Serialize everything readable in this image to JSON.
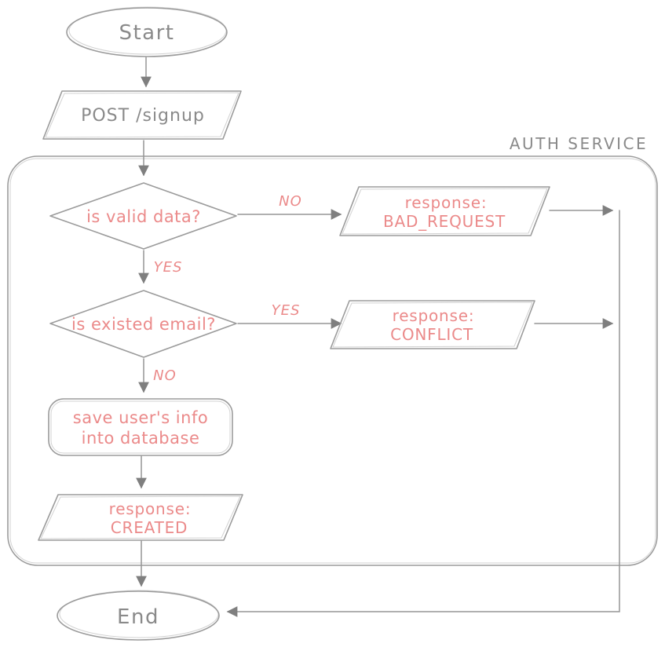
{
  "colors": {
    "shape_stroke": "#9b9b9b",
    "edge_stroke": "#969696",
    "arrowhead": "#7f7f7f",
    "gray_text": "#8a8a8a",
    "accent_text": "#eb8a8a"
  },
  "container": {
    "label": "AUTH SERVICE"
  },
  "nodes": {
    "start": {
      "label": "Start"
    },
    "post_signup": {
      "label": "POST /signup"
    },
    "valid_check": {
      "label": "is valid data?"
    },
    "bad_request": {
      "line1": "response:",
      "line2": "BAD_REQUEST"
    },
    "email_check": {
      "label": "is existed email?"
    },
    "conflict": {
      "line1": "response:",
      "line2": "CONFLICT"
    },
    "save_info": {
      "line1": "save user's info",
      "line2": "into database"
    },
    "created": {
      "line1": "response:",
      "line2": "CREATED"
    },
    "end": {
      "label": "End"
    }
  },
  "edges": {
    "valid_no": "NO",
    "valid_yes": "YES",
    "email_yes": "YES",
    "email_no": "NO"
  }
}
